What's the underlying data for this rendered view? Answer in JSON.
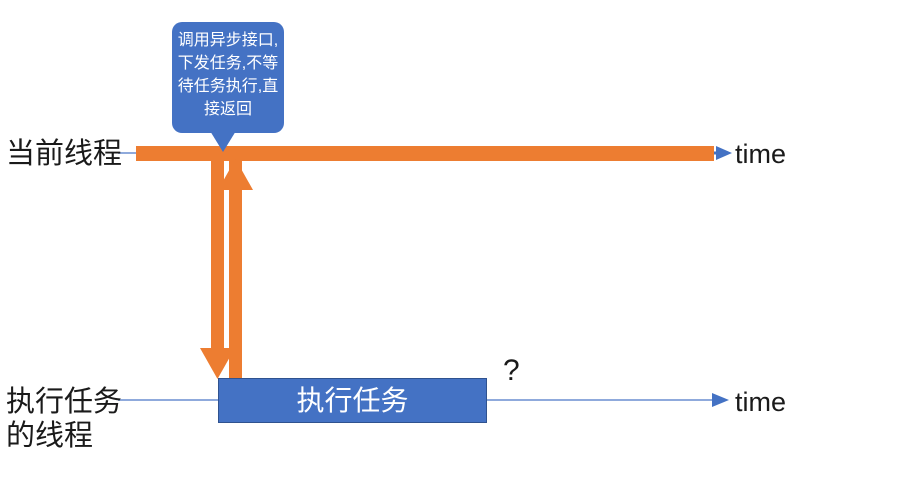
{
  "diagram": {
    "title": "Asynchronous call thread sequence diagram",
    "colors": {
      "orange": "#ED7D31",
      "blue": "#4472C4",
      "blue_border": "#2F528F",
      "thin_line_blue": "#8FAADC",
      "text_dark": "#1A1A1A",
      "text_light": "#FFFFFF",
      "background": "#FFFFFF"
    },
    "lanes": [
      {
        "id": "current-thread",
        "label": "当前线程",
        "axis_label": "time"
      },
      {
        "id": "worker-thread",
        "label_line1": "执行任务",
        "label_line2": "的线程",
        "axis_label": "time"
      }
    ],
    "callout": {
      "text": "调用异步接口,\n下发任务,不等\n待任务执行,直\n接返回"
    },
    "task_box": {
      "label": "执行任务"
    },
    "annotation": {
      "question_mark": "?"
    }
  }
}
